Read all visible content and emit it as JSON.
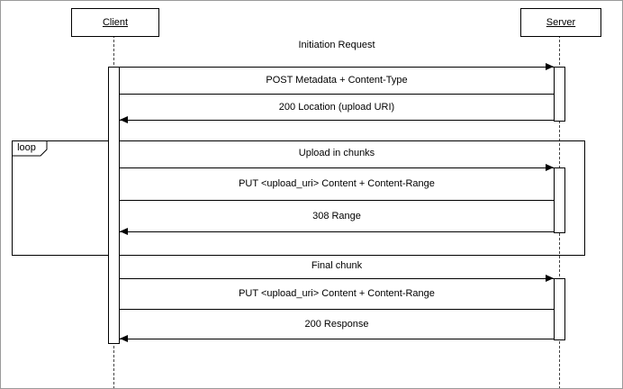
{
  "actors": {
    "client": "Client",
    "server": "Server"
  },
  "loop": {
    "label": "loop"
  },
  "exchanges": [
    {
      "title": "Initiation Request",
      "request": "POST Metadata + Content-Type",
      "response": "200 Location (upload URI)"
    },
    {
      "title": "Upload in chunks",
      "request": "PUT <upload_uri> Content + Content-Range",
      "response": "308 Range"
    },
    {
      "title": "Final chunk",
      "request": "PUT <upload_uri> Content + Content-Range",
      "response": "200 Response"
    }
  ],
  "colors": {
    "line": "#000000",
    "background": "#ffffff"
  }
}
